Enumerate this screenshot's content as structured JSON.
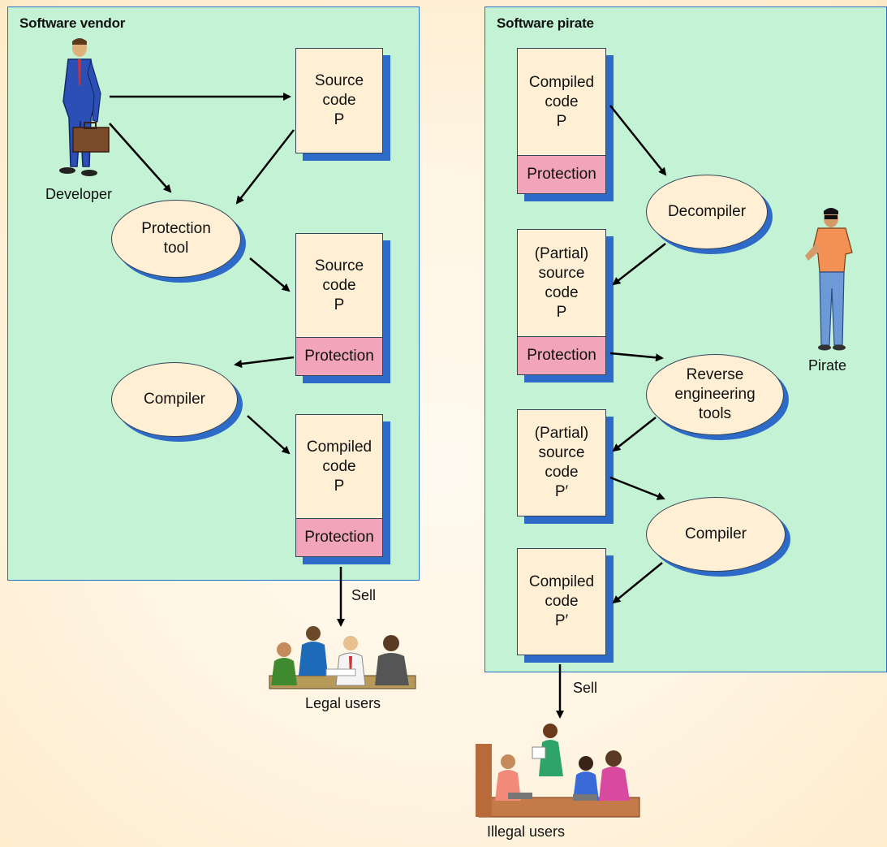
{
  "vendor": {
    "title": "Software vendor",
    "source_box": "Source\ncode\nP",
    "protected_source_box": "Source\ncode\nP",
    "compiled_box": "Compiled\ncode\nP",
    "protection_label": "Protection",
    "protection_tool": "Protection\ntool",
    "compiler": "Compiler",
    "developer": "Developer",
    "sell": "Sell",
    "legal_users": "Legal users"
  },
  "pirate": {
    "title": "Software pirate",
    "compiled_box": "Compiled\ncode\nP",
    "partial_source_box": "(Partial)\nsource\ncode\nP",
    "partial_source_prime_box": "(Partial)\nsource\ncode\nP′",
    "compiled_prime_box": "Compiled\ncode\nP′",
    "protection_label": "Protection",
    "decompiler": "Decompiler",
    "reverse_tools": "Reverse\nengineering\ntools",
    "compiler": "Compiler",
    "pirate": "Pirate",
    "sell": "Sell",
    "illegal_users": "Illegal users"
  },
  "colors": {
    "panel_bg": "#c3f3d4",
    "box_bg": "#fff0d5",
    "shadow": "#2e6bc8",
    "protection_bg": "#f1a4ba"
  }
}
